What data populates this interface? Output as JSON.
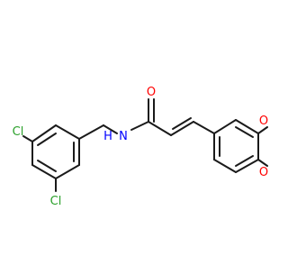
{
  "molecule": {
    "atom_labels": {
      "oxygen_carbonyl": "O",
      "nitrogen": "N",
      "hydrogen": "H",
      "oxygen_ring_top": "O",
      "oxygen_ring_bottom": "O",
      "chlorine_upper": "Cl",
      "chlorine_lower": "Cl"
    },
    "colors": {
      "bond": "#1a1a1a",
      "oxygen": "#ff0000",
      "nitrogen": "#0000ff",
      "chlorine": "#2aa02a"
    }
  }
}
